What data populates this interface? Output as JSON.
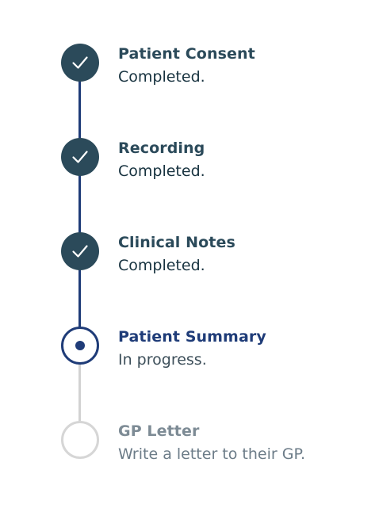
{
  "steps": [
    {
      "title": "Patient Consent",
      "description": "Completed.",
      "status": "completed",
      "icon": "check-icon"
    },
    {
      "title": "Recording",
      "description": "Completed.",
      "status": "completed",
      "icon": "check-icon"
    },
    {
      "title": "Clinical Notes",
      "description": "Completed.",
      "status": "completed",
      "icon": "check-icon"
    },
    {
      "title": "Patient Summary",
      "description": "In progress.",
      "status": "current",
      "icon": "current-dot-icon"
    },
    {
      "title": "GP Letter",
      "description": "Write a letter to their GP.",
      "status": "upcoming",
      "icon": "empty-circle-icon"
    }
  ],
  "colors": {
    "completed": "#2b4a5a",
    "current": "#1f3c78",
    "connector_done": "#1f3c78",
    "connector_pending": "#d2d2d2",
    "upcoming_text": "#7d8b95"
  }
}
